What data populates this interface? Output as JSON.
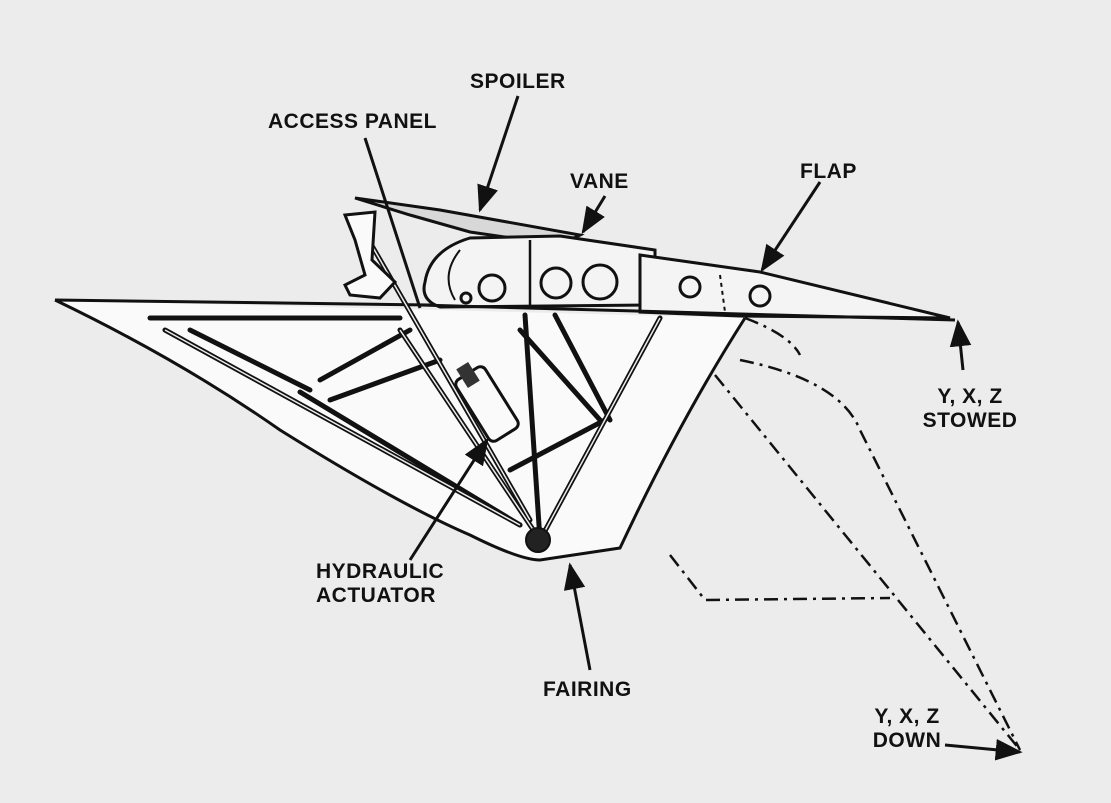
{
  "labels": {
    "spoiler": "SPOILER",
    "access_panel": "ACCESS PANEL",
    "vane": "VANE",
    "flap": "FLAP",
    "stowed_line1": "Y, X, Z",
    "stowed_line2": "STOWED",
    "hydraulic_line1": "HYDRAULIC",
    "hydraulic_line2": "ACTUATOR",
    "fairing": "FAIRING",
    "down_line1": "Y, X, Z",
    "down_line2": "DOWN"
  }
}
